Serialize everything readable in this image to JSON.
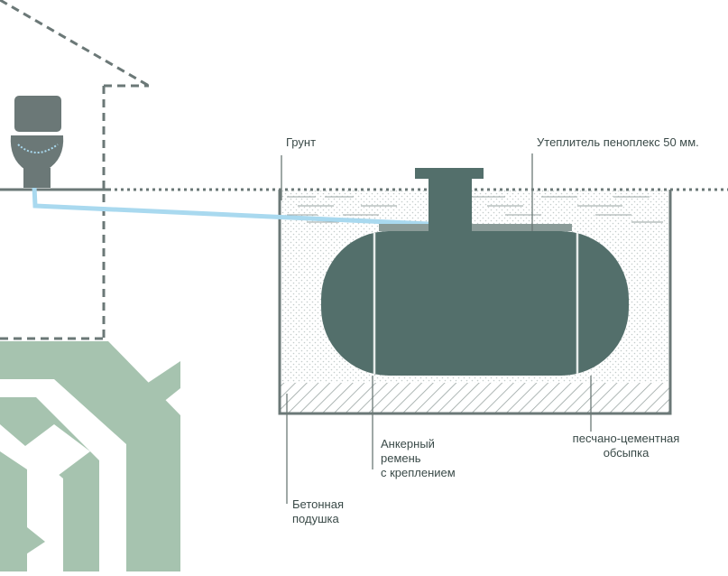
{
  "labels": {
    "ground": "Грунт",
    "insulation": "Утеплитель пеноплекс 50 мм.",
    "anchor_line1": "Анкерный",
    "anchor_line2": "ремень",
    "anchor_line3": "с креплением",
    "backfill_line1": "песчано-цементная",
    "backfill_line2": "обсыпка",
    "concrete_line1": "Бетонная",
    "concrete_line2": "подушка"
  },
  "colors": {
    "tank": "#536f6b",
    "outline": "#6b7877",
    "pipe": "#a9d9ef",
    "decor": "#a6c3af",
    "text": "#3a4a48"
  },
  "icons": {
    "toilet": "toilet-icon",
    "house": "house-outline",
    "decor": "geometric-pattern"
  }
}
